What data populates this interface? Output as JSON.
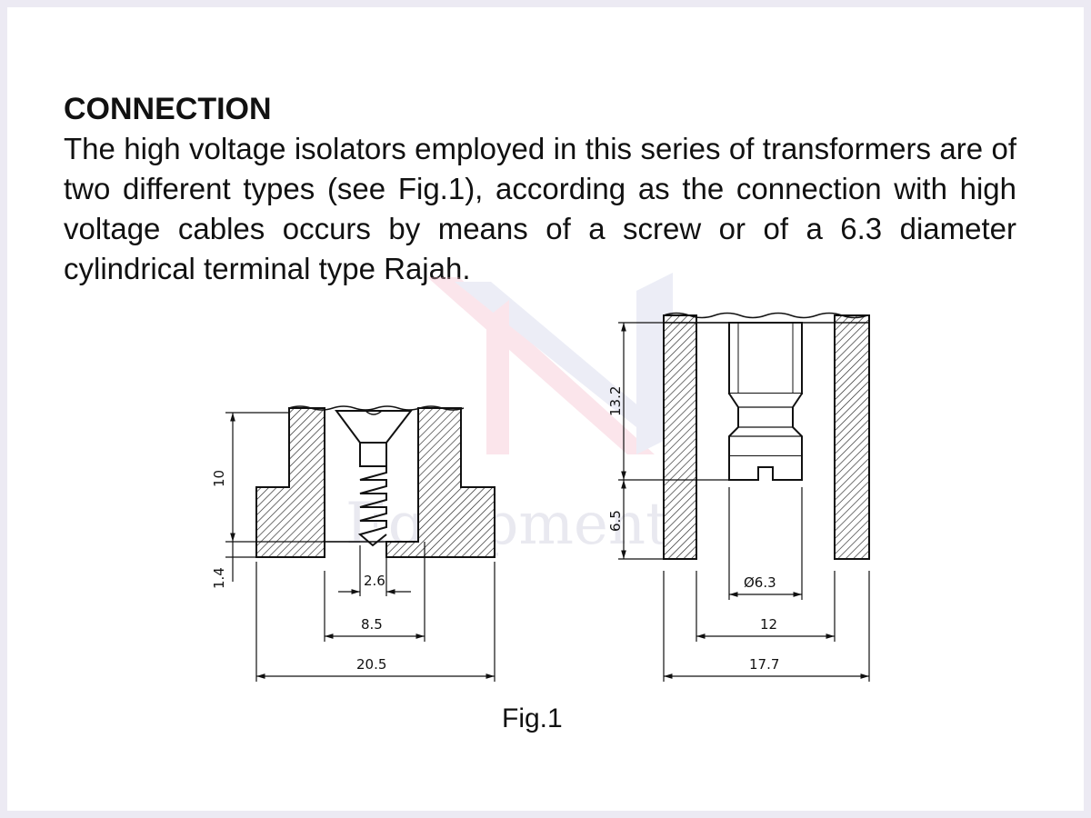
{
  "section": {
    "heading": "CONNECTION",
    "paragraph": "The high voltage isolators employed in this series of transformers are of two different types (see Fig.1), according as the connection with high voltage cables occurs by means of a screw or of a 6.3 diameter cylindrical terminal type Rajah."
  },
  "figure": {
    "caption": "Fig.1",
    "watermark": "Equipment",
    "left_drawing": {
      "dim_height": "10",
      "dim_bottom": "1.4",
      "dim_screw": "2.6",
      "dim_inner": "8.5",
      "dim_outer": "20.5"
    },
    "right_drawing": {
      "dim_upper": "13.2",
      "dim_lower": "6.5",
      "dim_pin": "Ø6.3",
      "dim_inner": "12",
      "dim_outer": "17.7"
    }
  }
}
